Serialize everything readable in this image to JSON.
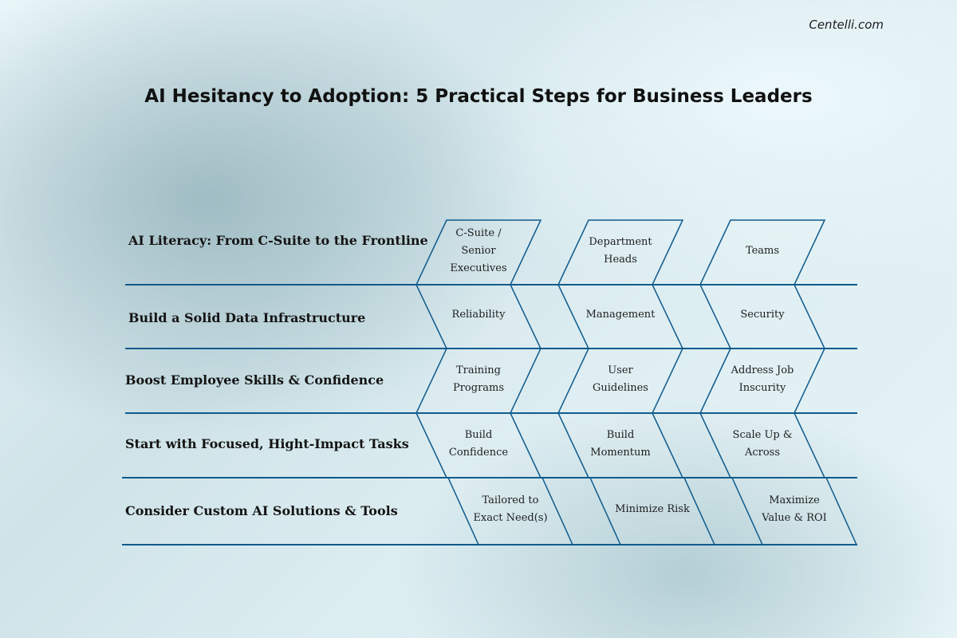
{
  "brand": "Centelli.com",
  "title": "AI Hesitancy to Adoption: 5 Practical Steps for Business Leaders",
  "colors": {
    "line": "#0f5a8c",
    "text": "#141414"
  },
  "rows": [
    {
      "label": "AI Literacy: From C-Suite to the Frontline",
      "cells": [
        "C-Suite /\nSenior\nExecutives",
        "Department\nHeads",
        "Teams"
      ]
    },
    {
      "label": "Build a Solid Data Infrastructure",
      "cells": [
        "Reliability",
        "Management",
        "Security"
      ]
    },
    {
      "label": "Boost Employee Skills & Confidence",
      "cells": [
        "Training\nPrograms",
        "User\nGuidelines",
        "Address Job\nInscurity"
      ]
    },
    {
      "label": "Start with Focused, Hight-Impact Tasks",
      "cells": [
        "Build\nConfidence",
        "Build\nMomentum",
        "Scale Up &\nAcross"
      ]
    },
    {
      "label": "Consider Custom AI Solutions & Tools",
      "cells": [
        "Tailored to\nExact Need(s)",
        "Minimize Risk",
        "Maximize\nValue & ROI"
      ]
    }
  ]
}
